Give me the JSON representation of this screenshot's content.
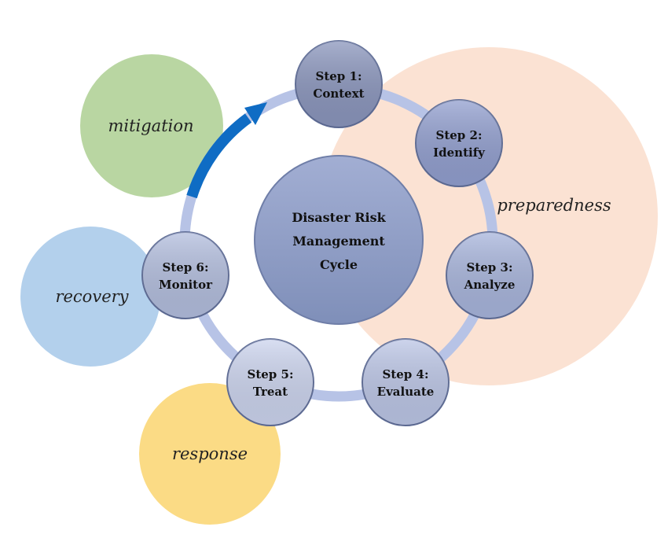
{
  "center": {
    "lines": [
      "Disaster Risk",
      "Management",
      "Cycle"
    ],
    "color": "#8e9cc2"
  },
  "phases": {
    "mitigation": {
      "label": "mitigation",
      "color": "#b9d6a2"
    },
    "preparedness": {
      "label": "preparedness",
      "color": "#fbe2d3"
    },
    "recovery": {
      "label": "recovery",
      "color": "#b3d0ec"
    },
    "response": {
      "label": "response",
      "color": "#fbdb85"
    }
  },
  "steps": [
    {
      "line1": "Step 1:",
      "line2": "Context",
      "color": "#8b96bd"
    },
    {
      "line1": "Step 2:",
      "line2": "Identify",
      "color": "#929fcf"
    },
    {
      "line1": "Step 3:",
      "line2": "Analyze",
      "color": "#a8b5dc"
    },
    {
      "line1": "Step 4:",
      "line2": "Evaluate",
      "color": "#bcc6e6"
    },
    {
      "line1": "Step 5:",
      "line2": "Treat",
      "color": "#ccd4ee"
    },
    {
      "line1": "Step 6:",
      "line2": "Monitor",
      "color": "#b3bede"
    }
  ],
  "ring": {
    "color": "#b7c3e6"
  },
  "arrow": {
    "color": "#0f6cc4"
  }
}
